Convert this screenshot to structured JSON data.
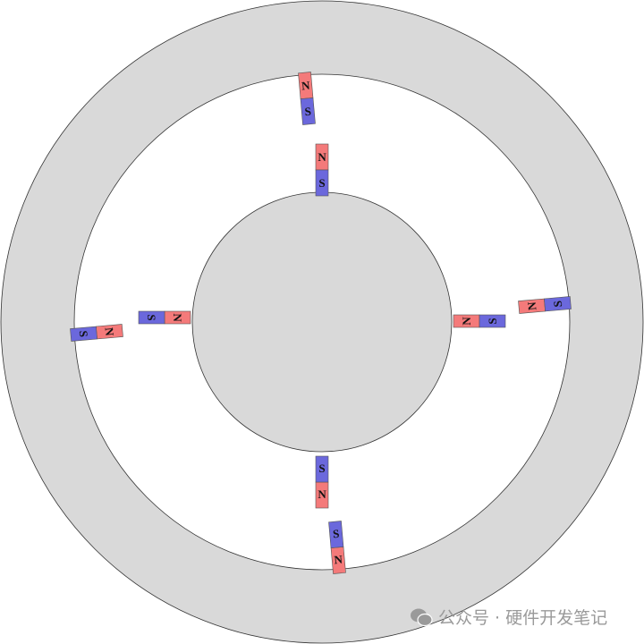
{
  "labels": {
    "north": "N",
    "south": "S"
  },
  "colors": {
    "north": "#f47a7a",
    "south": "#6b68dc",
    "stator": "#d9d9d9",
    "rotor": "#d9d9d9",
    "outline": "#333333"
  },
  "watermark": {
    "icon": "wechat-icon",
    "text": "公众号 · 硬件开发笔记"
  }
}
